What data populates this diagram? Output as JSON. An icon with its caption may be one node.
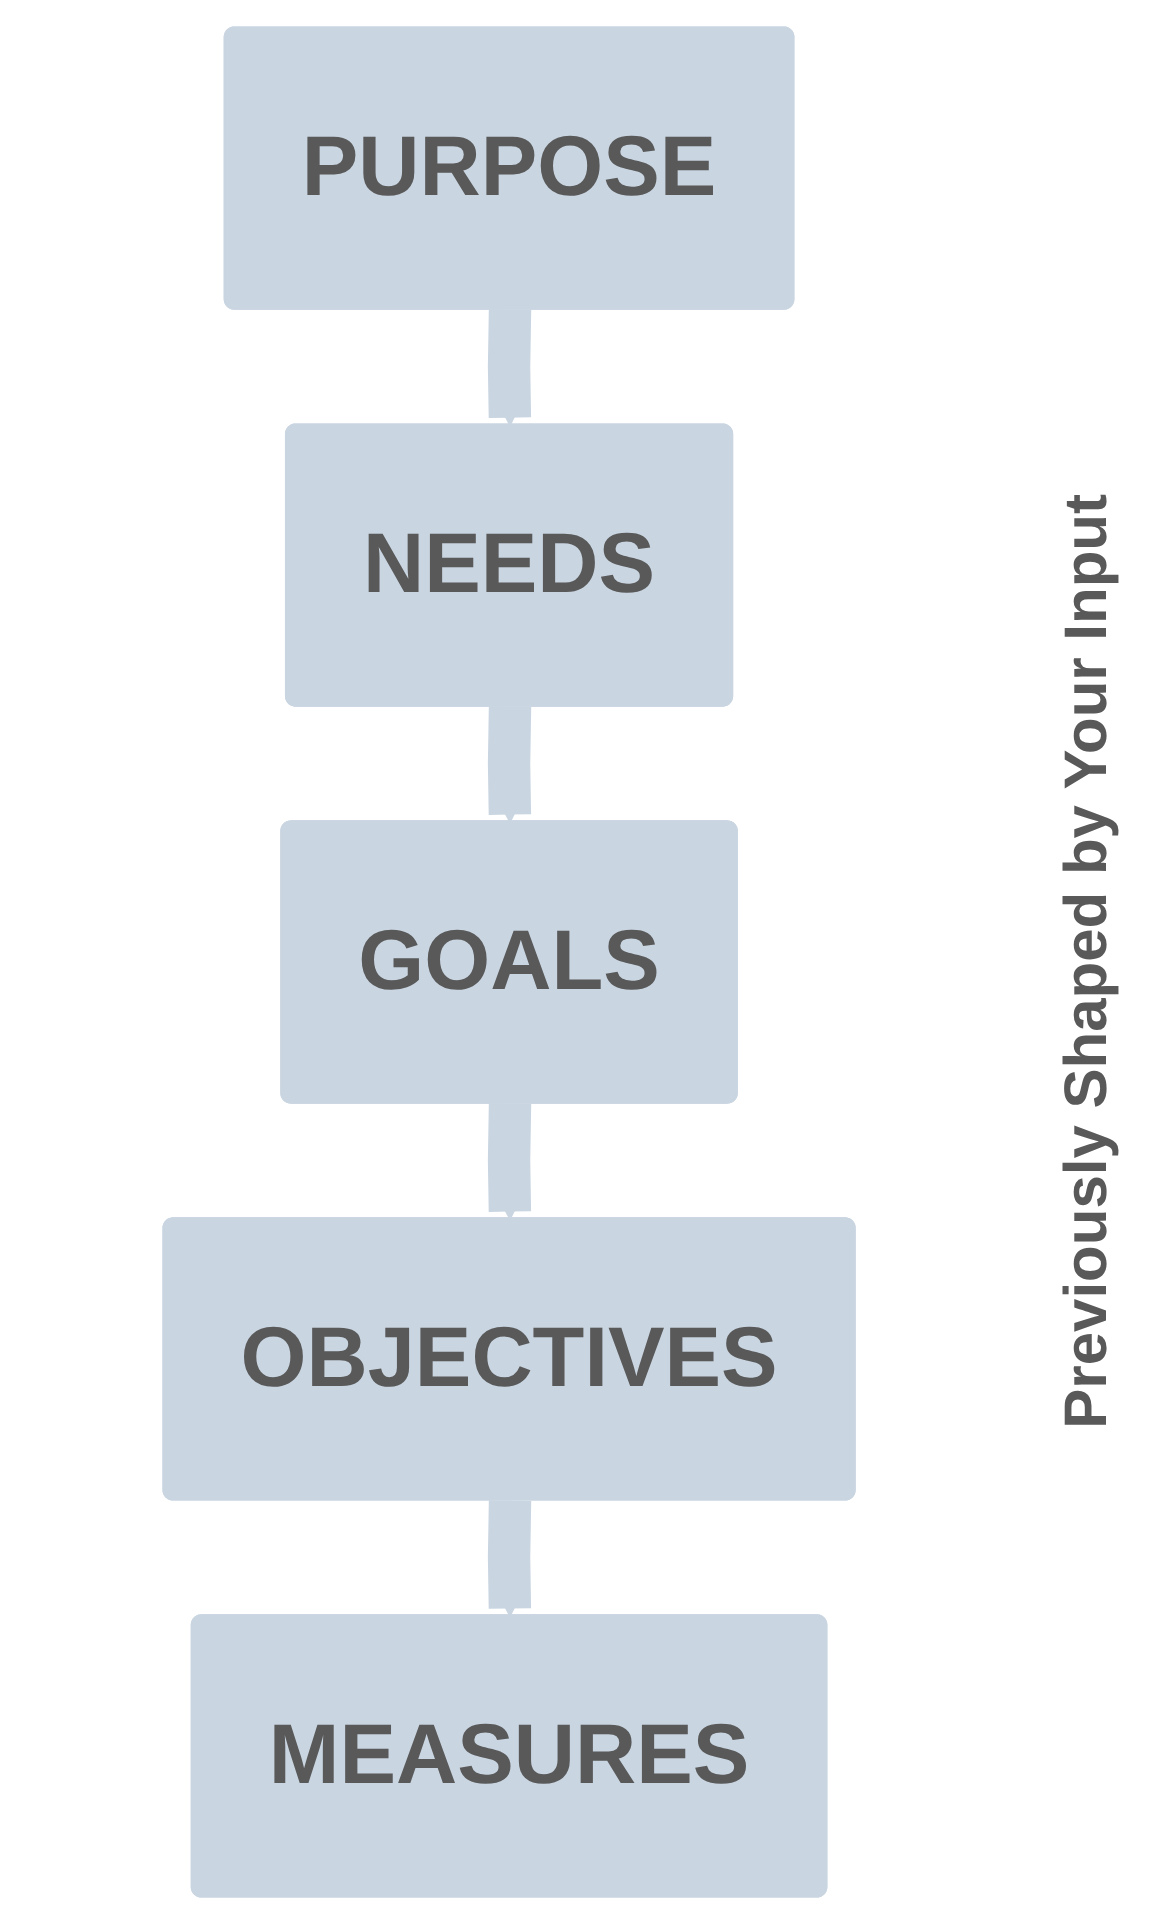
{
  "diagram": {
    "nodes": [
      {
        "text": [
          "PURPOSE"
        ]
      },
      {
        "text": [
          "NEEDS"
        ]
      },
      {
        "text": [
          "GOALS"
        ]
      },
      {
        "text": [
          "OBJECTIVES"
        ]
      },
      {
        "text": [
          "MEASURES"
        ]
      }
    ],
    "edges": [
      {
        "from": 0,
        "to": 1,
        "arrow": "to"
      },
      {
        "from": 1,
        "to": 2,
        "arrow": "to"
      },
      {
        "from": 2,
        "to": 3,
        "arrow": "to"
      },
      {
        "from": 3,
        "to": 4,
        "arrow": "to"
      }
    ],
    "labels": [
      "Previously Shaped by Your Input"
    ]
  }
}
